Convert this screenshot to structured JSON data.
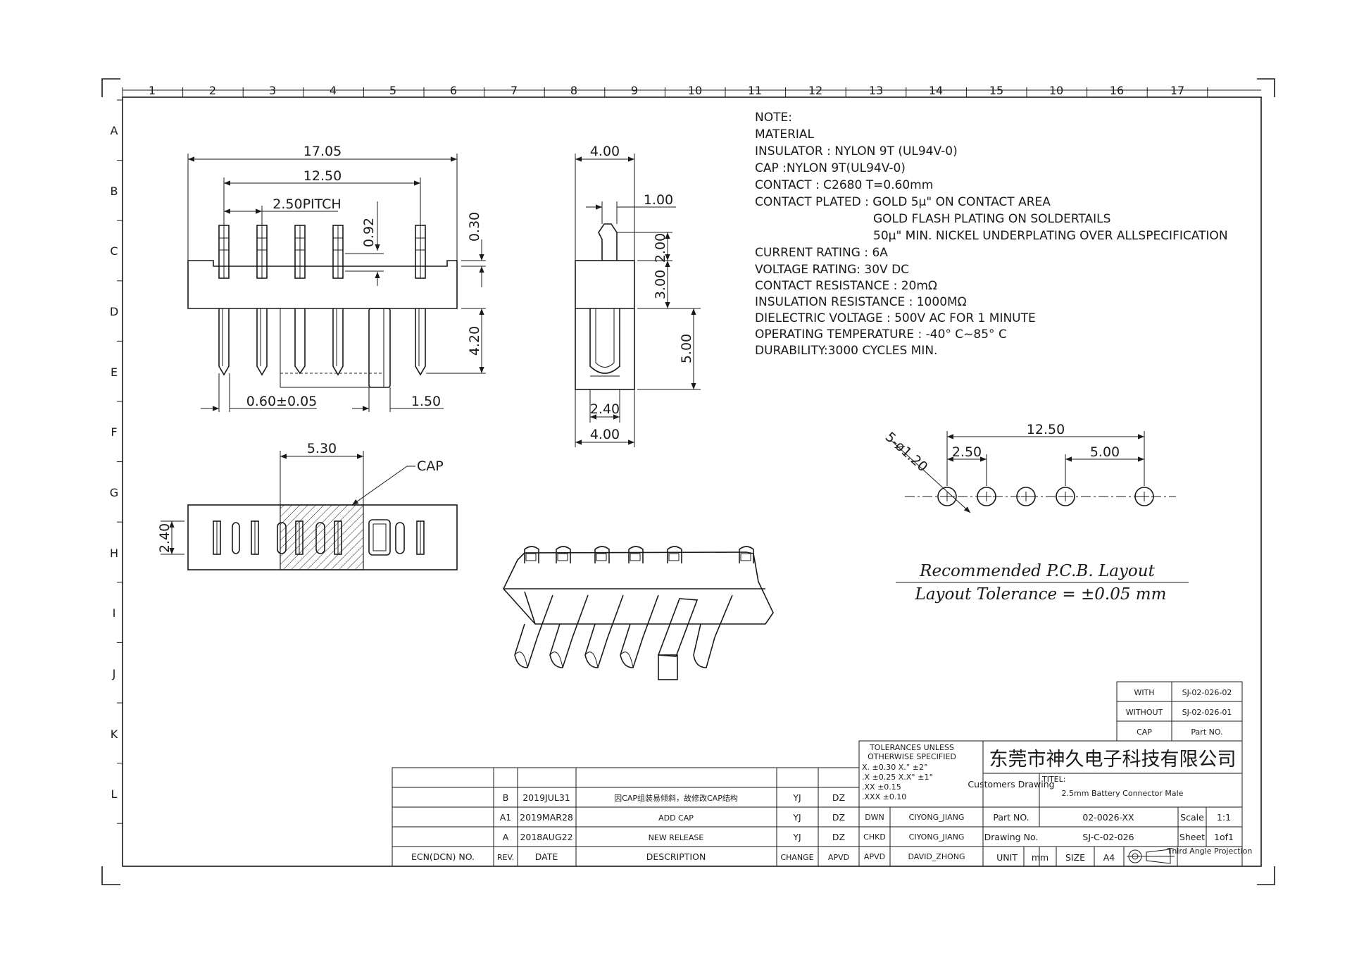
{
  "grid": {
    "columns": [
      "1",
      "2",
      "3",
      "4",
      "5",
      "6",
      "7",
      "8",
      "9",
      "10",
      "11",
      "12",
      "13",
      "14",
      "15",
      "10",
      "16",
      "17"
    ],
    "rows": [
      "A",
      "B",
      "C",
      "D",
      "E",
      "F",
      "G",
      "H",
      "I",
      "J",
      "K",
      "L"
    ]
  },
  "front_view": {
    "dim_overall": "17.05",
    "dim_span": "12.50",
    "dim_pitch": "2.50PITCH",
    "dim_092": "0.92",
    "dim_030": "0.30",
    "dim_420": "4.20",
    "dim_pin": "0.60±0.05",
    "dim_150": "1.50"
  },
  "side_view": {
    "dim_top": "4.00",
    "dim_100": "1.00",
    "dim_200": "2.00",
    "dim_300": "3.00",
    "dim_500": "5.00",
    "dim_240": "2.40",
    "dim_bottom": "4.00"
  },
  "top_view": {
    "dim_530": "5.30",
    "cap_label": "CAP",
    "dim_240": "2.40"
  },
  "notes": {
    "lines": [
      "NOTE:",
      "MATERIAL",
      "INSULATOR : NYLON 9T (UL94V-0)",
      "CAP       :NYLON 9T(UL94V-0)",
      "CONTACT : C2680 T=0.60mm",
      "CONTACT PLATED : GOLD 5μ\" ON CONTACT AREA",
      "GOLD FLASH PLATING ON SOLDERTAILS",
      "50μ\" MIN. NICKEL UNDERPLATING OVER ALLSPECIFICATION",
      "CURRENT RATING : 6A",
      "VOLTAGE RATING: 30V DC",
      "CONTACT RESISTANCE : 20mΩ",
      "INSULATION RESISTANCE : 1000MΩ",
      "DIELECTRIC   VOLTAGE : 500V AC FOR 1 MINUTE",
      "OPERATING TEMPERATURE : -40° C~85° C",
      "DURABILITY:3000 CYCLES MIN."
    ]
  },
  "pcb_layout": {
    "dim_span": "12.50",
    "dim_pitch": "2.50",
    "dim_500": "5.00",
    "hole_callout": "5-ø1.20",
    "title": "Recommended P.C.B. Layout",
    "tolerance": "Layout Tolerance = ±0.05 mm"
  },
  "part_table": {
    "rows": [
      {
        "option": "WITH",
        "part": "SJ-02-026-02"
      },
      {
        "option": "WITHOUT",
        "part": "SJ-02-026-01"
      },
      {
        "option": "CAP",
        "part": "Part NO."
      }
    ]
  },
  "tolerances": {
    "header1": "TOLERANCES UNLESS",
    "header2": "OTHERWISE SPECIFIED",
    "l1": "X.    ±0.30   X.°   ±2°",
    "l2": ".X    ±0.25   X.X° ±1°",
    "l3": ".XX   ±0.15",
    "l4": ".XXX ±0.10"
  },
  "company": "东莞市神久电子科技有限公司",
  "title_block": {
    "customers_drawing": "Customers Drawing",
    "titel_label": "TITEL:",
    "title": "2.5mm Battery Connector Male",
    "dwn_label": "DWN",
    "dwn": "CIYONG_JIANG",
    "chkd_label": "CHKD",
    "chkd": "CIYONG_JIANG",
    "apvd_label": "APVD",
    "apvd": "DAVID_ZHONG",
    "partno_label": "Part NO.",
    "partno": "02-0026-XX",
    "drawingno_label": "Drawing No.",
    "drawingno": "SJ-C-02-026",
    "unit_label": "UNIT",
    "unit": "mm",
    "size_label": "SIZE",
    "size": "A4",
    "scale_label": "Scale",
    "scale": "1:1",
    "sheet_label": "Sheet",
    "sheet": "1of1",
    "projection": "Third Angle Projection"
  },
  "revisions": {
    "headers": {
      "ecn": "ECN(DCN) NO.",
      "rev": "REV.",
      "date": "DATE",
      "desc": "DESCRIPTION",
      "change": "CHANGE",
      "apvd": "APVD"
    },
    "rows": [
      {
        "rev": "B",
        "date": "2019JUL31",
        "desc": "因CAP组装易倾斜，故修改CAP结构",
        "change": "YJ",
        "apvd": "DZ"
      },
      {
        "rev": "A1",
        "date": "2019MAR28",
        "desc": "ADD CAP",
        "change": "YJ",
        "apvd": "DZ"
      },
      {
        "rev": "A",
        "date": "2018AUG22",
        "desc": "NEW RELEASE",
        "change": "YJ",
        "apvd": "DZ"
      }
    ]
  }
}
